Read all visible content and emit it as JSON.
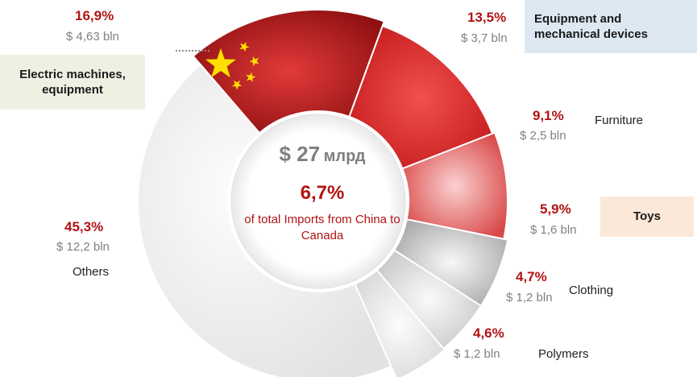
{
  "chart_data": {
    "type": "pie",
    "variant": "donut",
    "total": "$ 27",
    "total_unit": "млрд",
    "share": "6,7%",
    "share_note": "of total Imports from China to Canada",
    "slices": [
      {
        "pct": 16.9,
        "pct_label": "16,9%",
        "value_label": "$ 4,63 bln",
        "category": "Electric machines, equipment",
        "color": "#a11a1a"
      },
      {
        "pct": 13.5,
        "pct_label": "13,5%",
        "value_label": "$ 3,7 bln",
        "category": "Equipment and mechanical devices",
        "color": "#cc2a2a"
      },
      {
        "pct": 9.1,
        "pct_label": "9,1%",
        "value_label": "$ 2,5 bln",
        "category": "Furniture",
        "color": "#e05555"
      },
      {
        "pct": 5.9,
        "pct_label": "5,9%",
        "value_label": "$ 1,6 bln",
        "category": "Toys",
        "color": "#b0b0b0"
      },
      {
        "pct": 4.7,
        "pct_label": "4,7%",
        "value_label": "$ 1,2 bln",
        "category": "Clothing",
        "color": "#d4d4d4"
      },
      {
        "pct": 4.6,
        "pct_label": "4,6%",
        "value_label": "$ 1,2 bln",
        "category": "Polymers",
        "color": "#e4e4e4"
      },
      {
        "pct": 45.3,
        "pct_label": "45,3%",
        "value_label": "$ 12,2 bln",
        "category": "Others",
        "color": "#ececec"
      }
    ]
  },
  "labels": {
    "electric": {
      "pct": "16,9%",
      "val": "$ 4,63 bln",
      "cat": "Electric machines, equipment"
    },
    "equipment": {
      "pct": "13,5%",
      "val": "$ 3,7 bln",
      "cat": "Equipment and mechanical devices"
    },
    "furniture": {
      "pct": "9,1%",
      "val": "$ 2,5 bln",
      "cat": "Furniture"
    },
    "toys": {
      "pct": "5,9%",
      "val": "$ 1,6 bln",
      "cat": "Toys"
    },
    "clothing": {
      "pct": "4,7%",
      "val": "$ 1,2 bln",
      "cat": "Clothing"
    },
    "polymers": {
      "pct": "4,6%",
      "val": "$ 1,2 bln",
      "cat": "Polymers"
    },
    "others": {
      "pct": "45,3%",
      "val": "$ 12,2 bln",
      "cat": "Others"
    }
  },
  "colors": {
    "accent_red": "#b21414",
    "flag_star": "#ffe000",
    "gray_text": "#808080"
  },
  "icons": {
    "flag": "china-flag-stars-icon"
  }
}
